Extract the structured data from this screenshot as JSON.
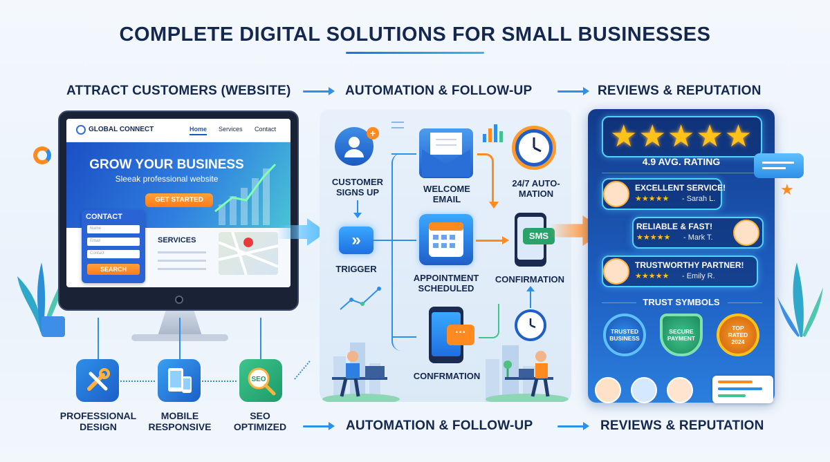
{
  "title": "COMPLETE DIGITAL SOLUTIONS FOR SMALL BUSINESSES",
  "sections": {
    "top": [
      "ATTRACT CUSTOMERS (WEBSITE)",
      "AUTOMATION & FOLLOW-UP",
      "REVIEWS & REPUTATION"
    ],
    "bottom": [
      "AUTOMATION & FOLLOW-UP",
      "REVIEWS & REPUTATION"
    ]
  },
  "website": {
    "brand": "GLOBAL CONNECT",
    "nav": [
      "Home",
      "Services",
      "Contact"
    ],
    "hero_title": "GROW YOUR BUSINESS",
    "hero_sub": "Sleeak professional website",
    "cta": "GET STARTED",
    "contact_title": "CONTACT",
    "fields": [
      "Name",
      "Email",
      "Contact"
    ],
    "search": "SEARCH",
    "services": "SERVICES"
  },
  "automation": {
    "customer": "CUSTOMER SIGNS UP",
    "trigger": "TRIGGER",
    "welcome": "WELCOME EMAIL",
    "auto": "24/7 AUTO-MATION",
    "appointment": "APPOINTMENT SCHEDULED",
    "sms": "SMS",
    "confirmation": "CONFIRMATION",
    "confirmation2": "CONFRMATION"
  },
  "reviews": {
    "rating": "4.9 AVG. RATING",
    "items": [
      {
        "title": "EXCELLENT SERVICE!",
        "stars": "★★★★★",
        "name": "- Sarah L."
      },
      {
        "title": "RELIABLE & FAST!",
        "stars": "★★★★★",
        "name": "- Mark T."
      },
      {
        "title": "TRUSTWORTHY PARTNER!",
        "stars": "★★★★★",
        "name": "- Emily R."
      }
    ],
    "trust_title": "TRUST SYMBOLS",
    "badges": [
      "TRUSTED BUSINESS",
      "SECURE PAYMENT",
      "TOP RATED 2024"
    ]
  },
  "features": [
    "PROFESSIONAL DESIGN",
    "MOBILE RESPONSIVE",
    "SEO OPTIMIZED"
  ],
  "seo_icon_text": "SEO",
  "colors": {
    "primary": "#2f8fe8",
    "dark": "#14284f",
    "orange": "#ff8a1f",
    "gold": "#ffc21a",
    "panel": "#1e5fc2"
  }
}
